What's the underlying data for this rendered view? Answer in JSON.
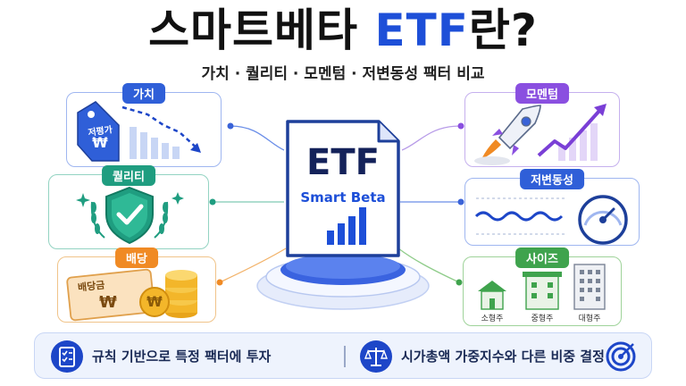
{
  "title": {
    "part1": "스마트베타 ",
    "part2": "ETF",
    "part3": "란?"
  },
  "subtitle": "가치 · 퀄리티 · 모멘텀 · 저변동성 팩터 비교",
  "center": {
    "etf": "ETF",
    "smart_beta": "Smart Beta"
  },
  "factors": {
    "value": {
      "label": "가치",
      "price_tag": "저평가",
      "currency": "₩"
    },
    "quality": {
      "label": "퀄리티"
    },
    "dividend": {
      "label": "배당",
      "ticket": "배당금",
      "currency": "₩"
    },
    "momentum": {
      "label": "모멘텀"
    },
    "low_vol": {
      "label": "저변동성"
    },
    "size": {
      "label": "사이즈",
      "small": "소형주",
      "mid": "중형주",
      "large": "대형주"
    }
  },
  "bottom": {
    "left_text": "규칙 기반으로 특정 팩터에 투자",
    "right_text": "시가총액 가중지수와 다른 비중 결정"
  },
  "colors": {
    "blue": "#1d4fd8",
    "value": "#2f5fd8",
    "quality": "#1f9d80",
    "dividend": "#f08a24",
    "momentum": "#8a4fe0",
    "low_vol": "#2f5fd8",
    "size": "#3fa34d"
  }
}
